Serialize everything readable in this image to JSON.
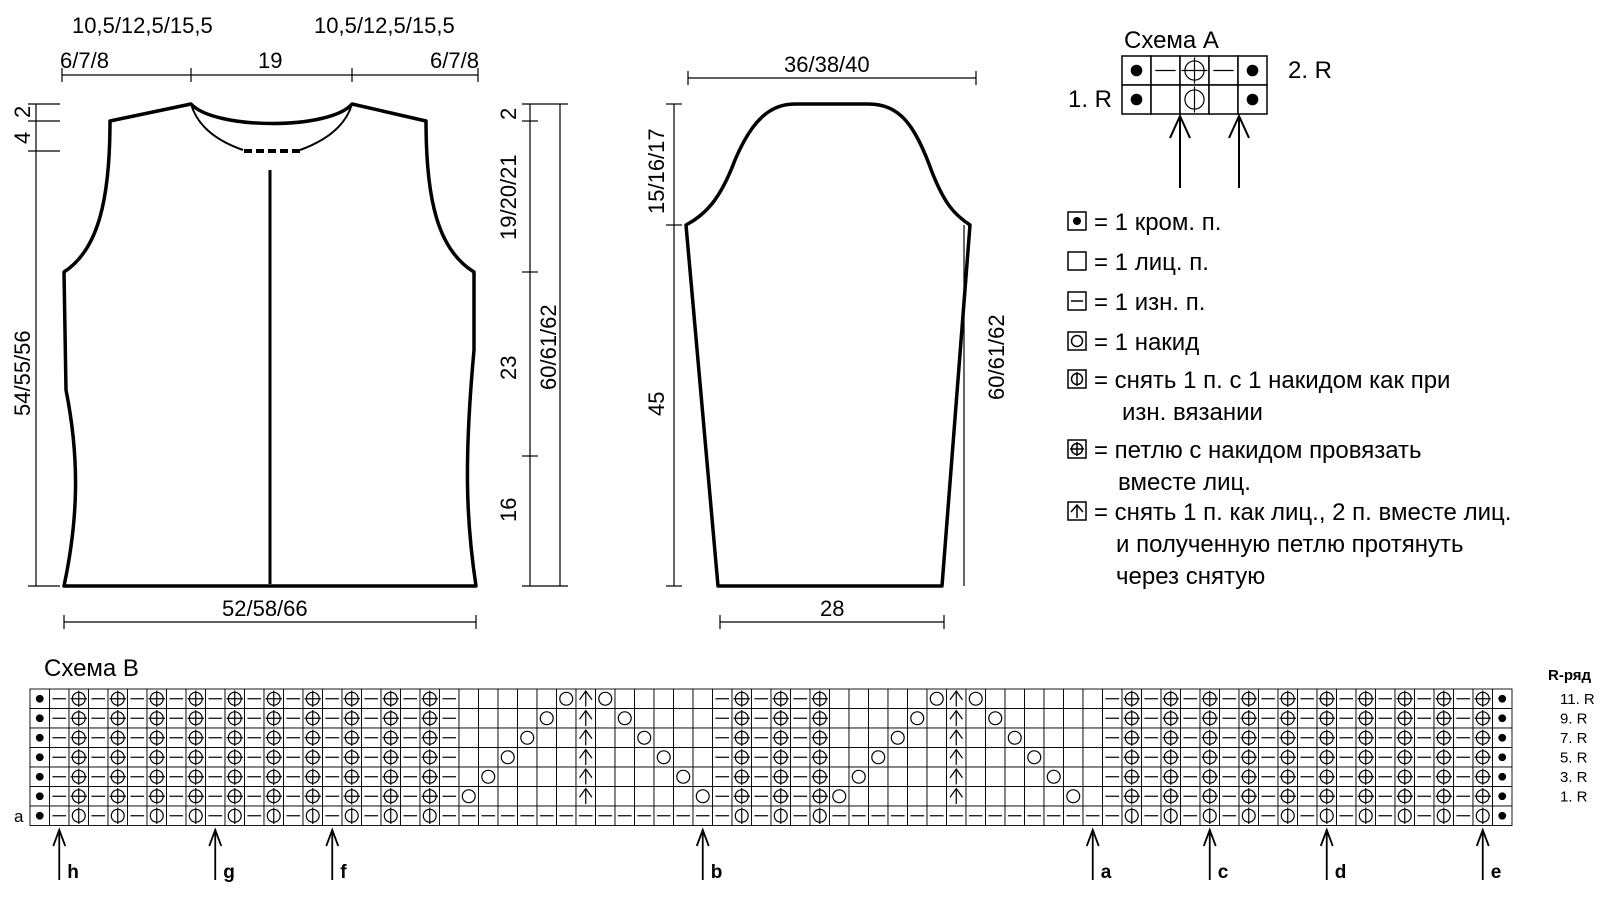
{
  "front": {
    "top_left": "10,5/12,5/15,5",
    "top_right": "10,5/12,5/15,5",
    "shoulder_left": "6/7/8",
    "neck_width": "19",
    "shoulder_right": "6/7/8",
    "left_small_a": "4",
    "left_small_b": "2",
    "left_height": "54/55/56",
    "right_a": "2",
    "right_b": "19/20/21",
    "right_c": "23",
    "right_d": "16",
    "right_total": "60/61/62",
    "bottom_width": "52/58/66"
  },
  "sleeve": {
    "top_width": "36/38/40",
    "cap_height": "15/16/17",
    "lower_height": "45",
    "total_height": "60/61/62",
    "bottom_width": "28"
  },
  "schema_a": {
    "title": "Схема А",
    "row2": "2. R",
    "row1": "1. R"
  },
  "legend": [
    {
      "icon": "edge-stitch-icon",
      "text": "= 1 кром. п."
    },
    {
      "icon": "knit-stitch-icon",
      "text": "= 1 лиц. п."
    },
    {
      "icon": "purl-stitch-icon",
      "text": "= 1 изн. п."
    },
    {
      "icon": "yarn-over-icon",
      "text": "= 1 накид"
    },
    {
      "icon": "slip-with-yo-icon",
      "text": "= снять 1 п. с 1 накидом как при",
      "text2": "изн. вязании"
    },
    {
      "icon": "knit-together-yo-icon",
      "text": "= петлю с накидом провязать",
      "text2": "вместе лиц."
    },
    {
      "icon": "double-decrease-icon",
      "text": "= снять 1 п. как лиц., 2 п. вместе лиц.",
      "text2": "и полученную петлю протянуть",
      "text3": "через снятую"
    }
  ],
  "schema_b": {
    "title": "Схема В",
    "row_header": "R-ряд",
    "row_labels": [
      "11. R",
      "9. R",
      "7. R",
      "5. R",
      "3. R",
      "1. R"
    ],
    "row_a_label": "a",
    "markers": [
      "h",
      "g",
      "f",
      "b",
      "a",
      "c",
      "d",
      "e"
    ]
  }
}
